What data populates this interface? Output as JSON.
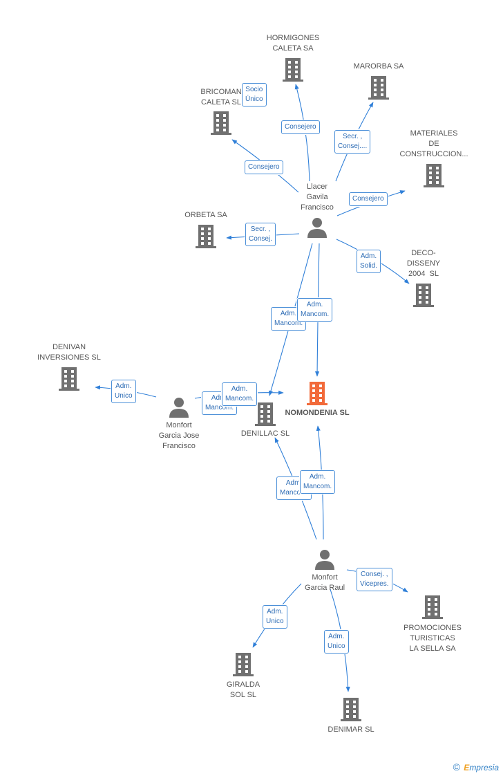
{
  "nodes": {
    "hormigones": "HORMIGONES\nCALETA SA",
    "marorba": "MARORBA SA",
    "bricoman": "BRICOMAN\nCALETA SL",
    "materiales": "MATERIALES\nDE\nCONSTRUCCION...",
    "llacer": "Llacer\nGavila\nFrancisco",
    "orbeta": "ORBETA SA",
    "decodisseny": "DECO-\nDISSENY\n2004  SL",
    "denivan": "DENIVAN\nINVERSIONES SL",
    "nomondenia": "NOMONDENIA SL",
    "monfort_jose": "Monfort\nGarcia Jose\nFrancisco",
    "denillac": "DENILLAC SL",
    "monfort_raul": "Monfort\nGarcia Raul",
    "promociones": "PROMOCIONES\nTURISTICAS\nLA SELLA SA",
    "giralda": "GIRALDA\nSOL SL",
    "denimar": "DENIMAR SL"
  },
  "relations": {
    "r_socio_unico": "Socio\nÚnico",
    "r_consejero_hormigones": "Consejero",
    "r_secr_marorba": "Secr. ,\nConsej....",
    "r_consejero_bricoman": "Consejero",
    "r_consejero_materiales": "Consejero",
    "r_secr_orbeta": "Secr. ,\nConsej.",
    "r_adm_solid": "Adm.\nSolid.",
    "r_adm_mancom_llacer_a": "Adm.\nMancom.",
    "r_adm_mancom_llacer_b": "Adm.\nMancom.",
    "r_adm_unico_denivan": "Adm.\nUnico",
    "r_adm_mancom_jose_a": "Adm.\nMancom.",
    "r_adm_mancom_jose_b": "Adm.\nMancom.",
    "r_adm_mancom_raul_a": "Adm.\nMancom.",
    "r_adm_mancom_raul_b": "Adm.\nMancom.",
    "r_consej_vicepres": "Consej. ,\nVicepres.",
    "r_adm_unico_giralda": "Adm.\nUnico",
    "r_adm_unico_denimar": "Adm.\nUnico"
  },
  "colors": {
    "edge": "#2f7fd8",
    "building": "#707070",
    "main_building": "#f26a3a",
    "person": "#707070"
  },
  "brand": {
    "symbol": "©",
    "first": "E",
    "rest": "mpresia"
  }
}
